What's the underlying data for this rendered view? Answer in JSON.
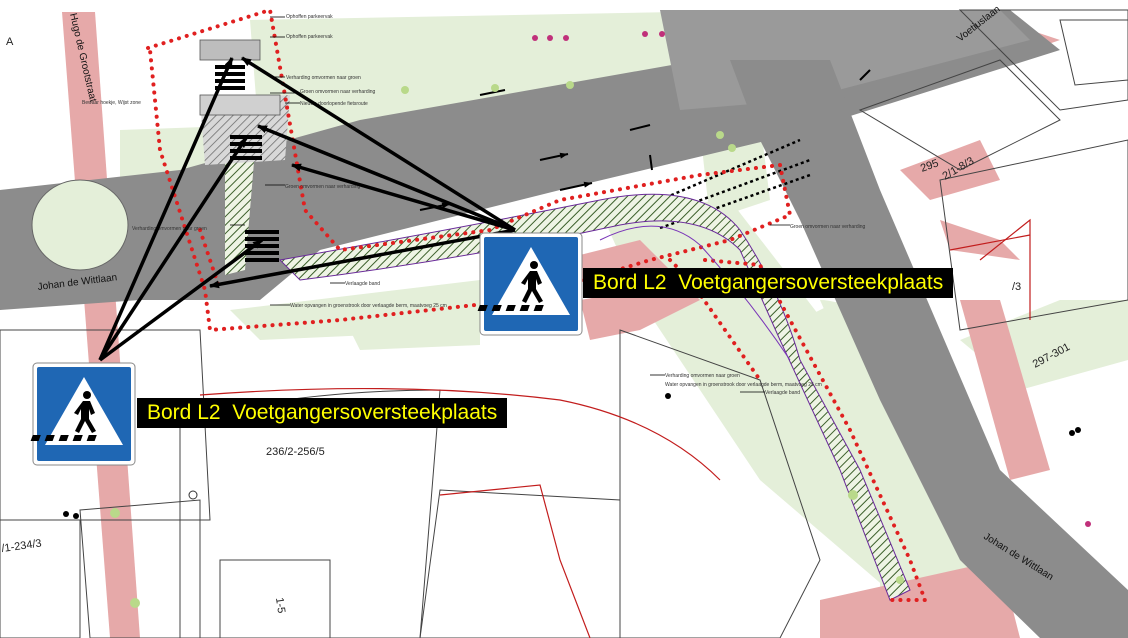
{
  "map": {
    "streets": [
      {
        "id": "hugo",
        "label": "Hugo de Grootstraat"
      },
      {
        "id": "johan-left",
        "label": "Johan de Wittlaan"
      },
      {
        "id": "johan-right",
        "label": "Johan de Wittlaan"
      },
      {
        "id": "voetius",
        "label": "Voetiuslaan"
      }
    ],
    "parcels": [
      {
        "id": "p1",
        "label": "295"
      },
      {
        "id": "p2",
        "label": "2/1-8/3"
      },
      {
        "id": "p3",
        "label": "297-301"
      },
      {
        "id": "p4",
        "label": "236/2-256/5"
      },
      {
        "id": "p5",
        "label": "1-5"
      },
      {
        "id": "p6",
        "label": "/1-234/3"
      },
      {
        "id": "p7",
        "label": "A"
      },
      {
        "id": "p8",
        "label": "/3"
      }
    ],
    "notes": [
      "Ophoffen parkeervak",
      "Ophoffen parkeervak",
      "Verharding omvormen naar groen",
      "Groen omvormen naar verharding",
      "Nieuwe doorlopende fietsroute",
      "Groen omvormen naar verharding",
      "Verharding omvormen naar groen",
      "Verlaagde band",
      "Water opvangen in groenstrook door verlaagde berm, maatvoeg 25 cm",
      "Groen omvormen naar verharding",
      "Verharding omvormen naar groen",
      "Water opvangen in groenstrook door verlaagde berm, maatvoeg 25 cm",
      "Verlaagde band",
      "Bewaar hoekje, Wijst zone"
    ],
    "colors": {
      "road": "#8c8c8c",
      "green": "#e4efd9",
      "pink": "#e6a9a9",
      "dots": "#e02020",
      "signBlue": "#1f67b4"
    }
  },
  "signs": [
    {
      "id": "sign-left",
      "label": "Bord L2  Voetgangersoversteekplaats",
      "icon": "pedestrian-crossing-icon"
    },
    {
      "id": "sign-right",
      "label": "Bord L2  Voetgangersoversteekplaats",
      "icon": "pedestrian-crossing-icon"
    }
  ]
}
